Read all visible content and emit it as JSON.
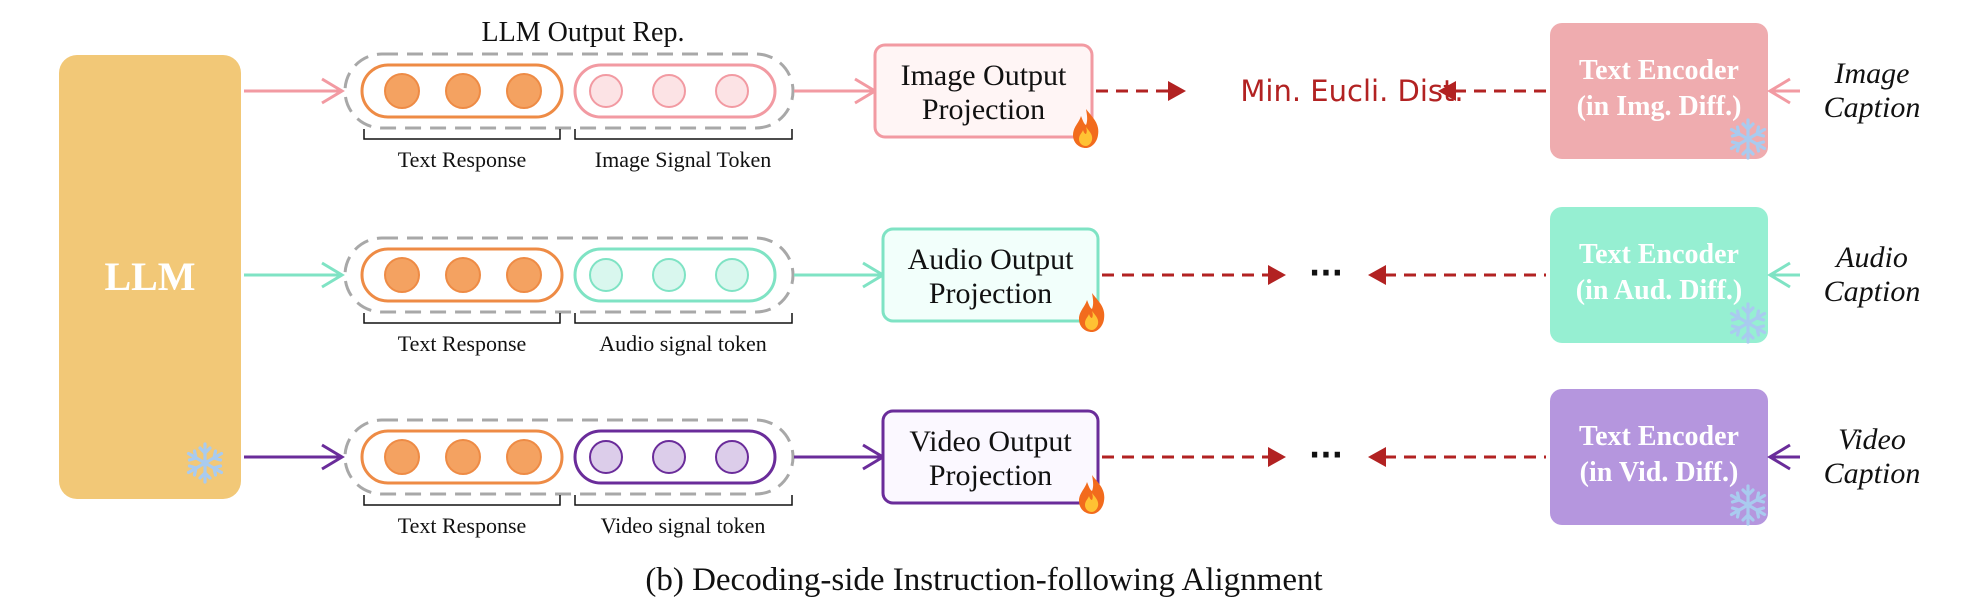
{
  "llm": {
    "label": "LLM"
  },
  "output_rep_label": "LLM Output Rep.",
  "caption": "(b) Decoding-side Instruction-following Alignment",
  "objective_label": "Min. Eucli. Dist.",
  "ellipsis": "···",
  "colors": {
    "llm_fill": "#F2C877",
    "token_orange": "#F4A261",
    "token_orange_stroke": "#EE8B45",
    "text_token_pill": "#EE8B45",
    "dashed_group": "#A8A8A8",
    "loss_arrow": "#B22222",
    "snowflake": "#A9CBEF",
    "flame_outer": "#F26B1D",
    "flame_inner": "#FFC233"
  },
  "rows": [
    {
      "id": "image",
      "text_response_label": "Text Response",
      "signal_token_label": "Image Signal Token",
      "projection_label_line1": "Image Output",
      "projection_label_line2": "Projection",
      "encoder_line1": "Text Encoder",
      "encoder_line2": "(in Img. Diff.)",
      "caption_line1": "Image",
      "caption_line2": "Caption",
      "color": "#F29AA2",
      "token_fill": "#FCE3E5",
      "encoder_fill": "#EFACAF",
      "projection_fill": "#FFF5F5"
    },
    {
      "id": "audio",
      "text_response_label": "Text Response",
      "signal_token_label": "Audio signal token",
      "projection_label_line1": "Audio Output",
      "projection_label_line2": "Projection",
      "encoder_line1": "Text Encoder",
      "encoder_line2": "(in Aud. Diff.)",
      "caption_line1": "Audio",
      "caption_line2": "Caption",
      "color": "#7FE3C4",
      "token_fill": "#D9F7EE",
      "encoder_fill": "#96EFD2",
      "projection_fill": "#F2FFFB"
    },
    {
      "id": "video",
      "text_response_label": "Text Response",
      "signal_token_label": "Video signal token",
      "projection_label_line1": "Video Output",
      "projection_label_line2": "Projection",
      "encoder_line1": "Text Encoder",
      "encoder_line2": "(in Vid. Diff.)",
      "caption_line1": "Video",
      "caption_line2": "Caption",
      "color": "#6A2C9A",
      "token_fill": "#DCCDEA",
      "encoder_fill": "#B596DE",
      "projection_fill": "#FBF8FF"
    }
  ]
}
